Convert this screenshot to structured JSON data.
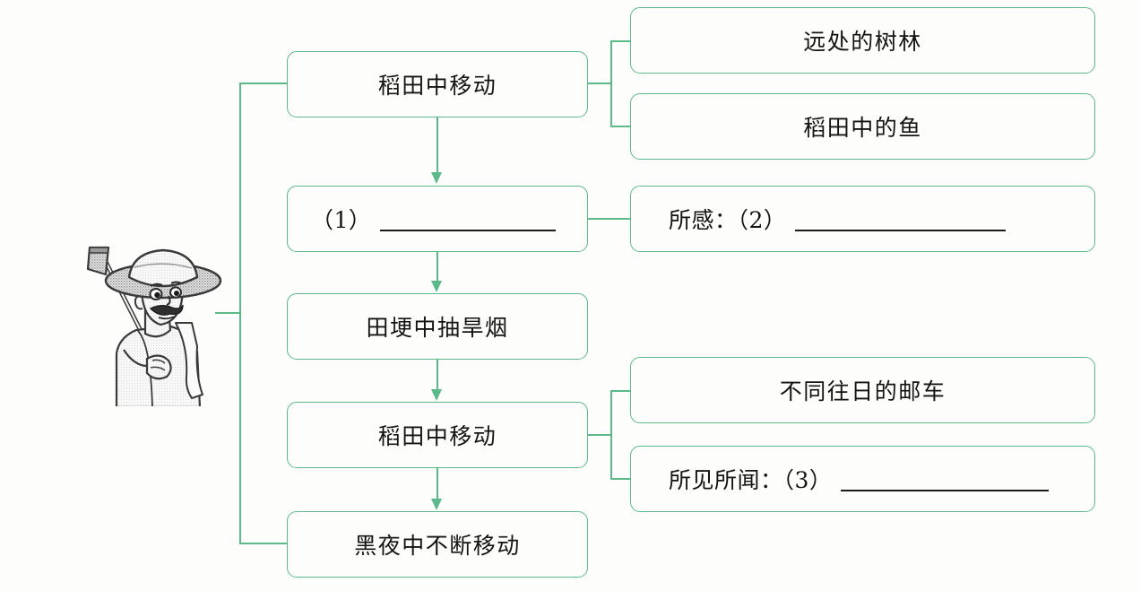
{
  "diagram": {
    "type": "flowchart-with-brackets",
    "accent_color": "#5cb98a",
    "text_color": "#141414",
    "background": "#fdfdfc",
    "illustration": {
      "name": "farmer-with-hoe",
      "description": "Line-drawn farmer wearing a wide-brim straw hat, mustache, towel over shoulder, carrying a hoe"
    },
    "main_column": [
      {
        "id": "m1",
        "text": "稻田中移动"
      },
      {
        "id": "m2",
        "prefix": "（1）",
        "blank": true
      },
      {
        "id": "m3",
        "text": "田埂中抽旱烟"
      },
      {
        "id": "m4",
        "text": "稻田中移动"
      },
      {
        "id": "m5",
        "text": "黑夜中不断移动"
      }
    ],
    "branch_column": [
      {
        "id": "b1",
        "text": "远处的树林",
        "from": "m1"
      },
      {
        "id": "b2",
        "text": "稻田中的鱼",
        "from": "m1"
      },
      {
        "id": "b3",
        "prefix": "所感：（2）",
        "blank": true,
        "from": "m2"
      },
      {
        "id": "b4",
        "text": "不同往日的邮车",
        "from": "m4"
      },
      {
        "id": "b5",
        "prefix": "所见所闻：（3）",
        "blank": true,
        "from": "m4"
      }
    ]
  }
}
